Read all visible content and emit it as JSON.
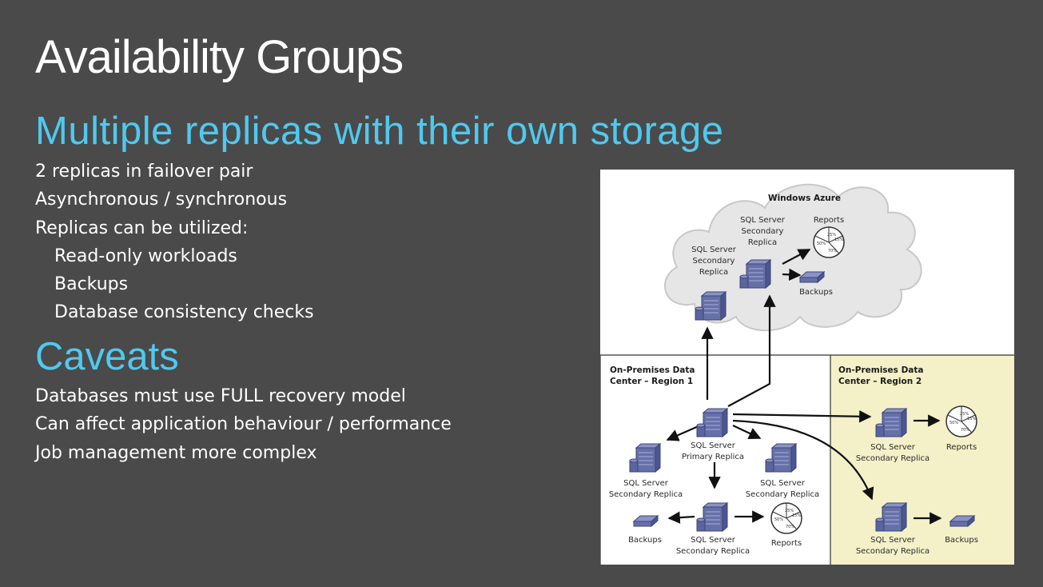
{
  "slide": {
    "title": "Availability Groups",
    "heading1": "Multiple replicas with their own storage",
    "bullets1": [
      "2 replicas in failover pair",
      "Asynchronous / synchronous",
      "Replicas can be utilized:",
      "Read-only workloads",
      "Backups",
      "Database consistency checks"
    ],
    "heading2": "Caveats",
    "bullets2": [
      "Databases must use FULL recovery model",
      "Can affect application behaviour / performance",
      "Job management more complex"
    ]
  },
  "diagram": {
    "colors": {
      "cloud": "#e6e6e6",
      "region2_bg": "#f4f1c8",
      "server": "#6670a8",
      "arrow": "#111111"
    },
    "cloud_label": "Windows Azure",
    "region1_label": [
      "On-Premises Data",
      "Center – Region 1"
    ],
    "region2_label": [
      "On-Premises Data",
      "Center – Region 2"
    ],
    "azure_secondary_a": [
      "SQL Server",
      "Secondary",
      "Replica"
    ],
    "azure_secondary_b": [
      "SQL Server",
      "Secondary",
      "Replica"
    ],
    "azure_reports": "Reports",
    "azure_backups": "Backups",
    "primary": [
      "SQL Server",
      "Primary Replica"
    ],
    "r1_secondary_left": [
      "SQL Server",
      "Secondary Replica"
    ],
    "r1_secondary_right": [
      "SQL Server",
      "Secondary Replica"
    ],
    "r1_secondary_bottom": [
      "SQL Server",
      "Secondary Replica"
    ],
    "r1_backups": "Backups",
    "r1_reports": "Reports",
    "r2_secondary_top": [
      "SQL Server",
      "Secondary Replica"
    ],
    "r2_secondary_bottom": [
      "SQL Server",
      "Secondary Replica"
    ],
    "r2_reports": "Reports",
    "r2_backups": "Backups",
    "pie_labels": [
      "25%",
      "15%",
      "50%",
      "70%"
    ]
  }
}
